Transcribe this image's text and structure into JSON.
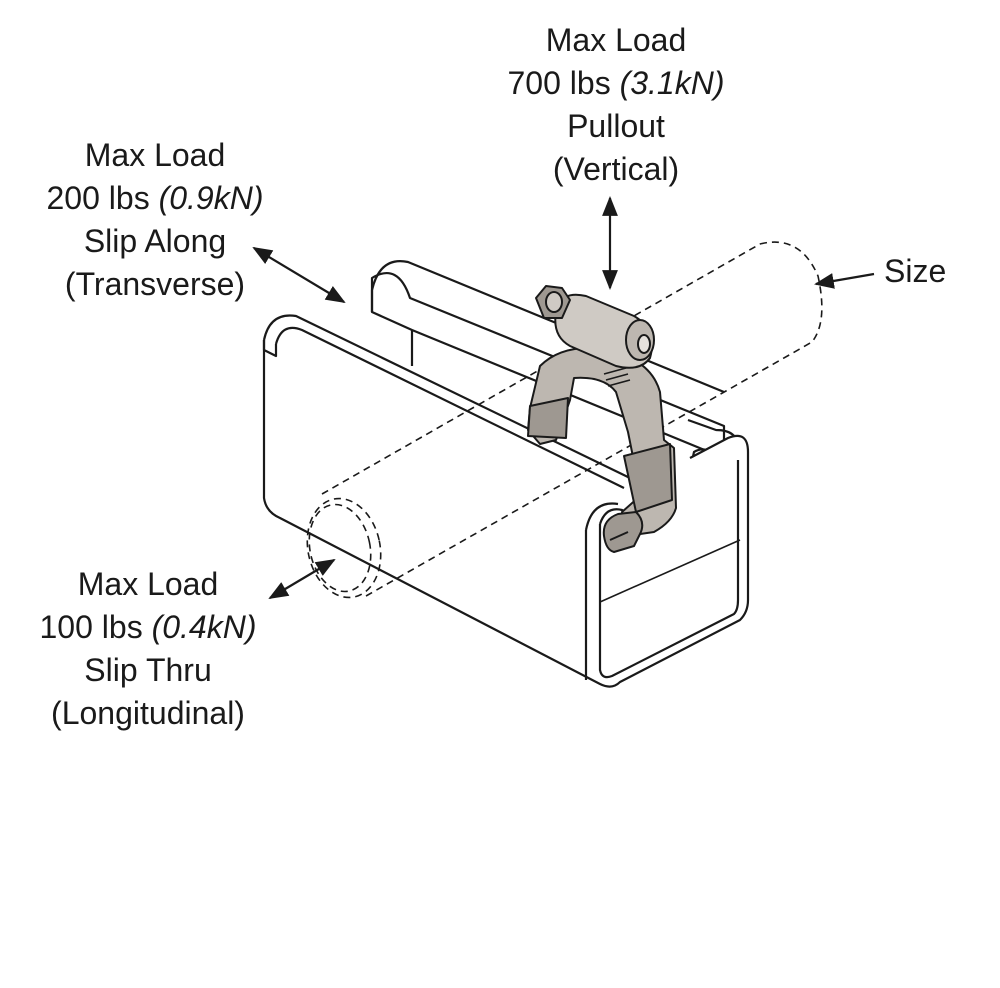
{
  "callouts": {
    "pullout": {
      "heading": "Max Load",
      "load": "700 lbs",
      "load_kn": "(3.1kN)",
      "direction": "Pullout",
      "axis": "(Vertical)"
    },
    "transverse": {
      "heading": "Max Load",
      "load": "200 lbs",
      "load_kn": "(0.9kN)",
      "direction": "Slip Along",
      "axis": "(Transverse)"
    },
    "longitudinal": {
      "heading": "Max Load",
      "load": "100 lbs",
      "load_kn": "(0.4kN)",
      "direction": "Slip Thru",
      "axis": "(Longitudinal)"
    }
  },
  "size_label": "Size",
  "colors": {
    "line": "#1a1a1a",
    "clamp_body": "#cfcac4",
    "clamp_dark": "#9e9891",
    "strap": "#bdb7b0"
  }
}
